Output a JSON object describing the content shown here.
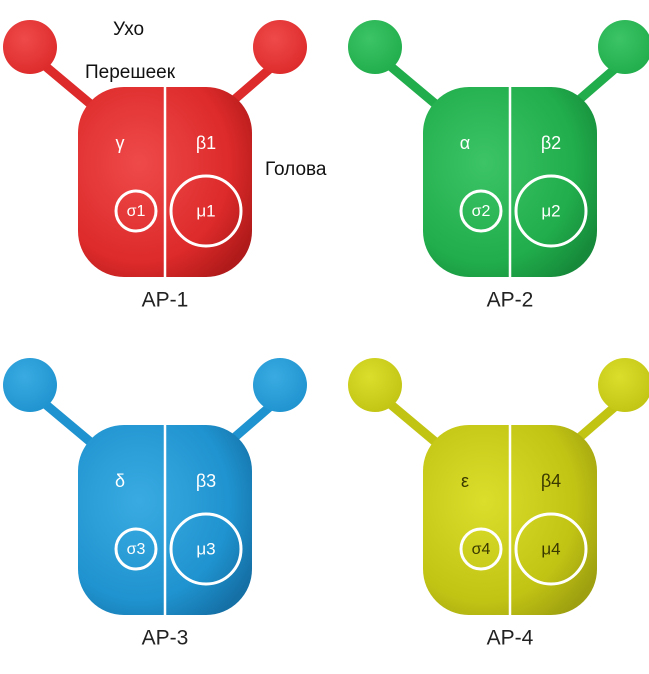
{
  "annotations": {
    "ear": "Ухо",
    "hinge": "Перешеек",
    "head": "Голова"
  },
  "complexes": [
    {
      "name": "AP-1",
      "color": "#dd2a2a",
      "dark": "#b01a1a",
      "light": "#ef4a4a",
      "text_color": "#ffffff",
      "large_left": "γ",
      "large_right": "β1",
      "small_left": "σ1",
      "medium_right": "μ1"
    },
    {
      "name": "AP-2",
      "color": "#21ad4c",
      "dark": "#168a3a",
      "light": "#3cc466",
      "text_color": "#ffffff",
      "large_left": "α",
      "large_right": "β2",
      "small_left": "σ2",
      "medium_right": "μ2"
    },
    {
      "name": "AP-3",
      "color": "#1f93cf",
      "dark": "#1570a6",
      "light": "#3aabe2",
      "text_color": "#ffffff",
      "large_left": "δ",
      "large_right": "β3",
      "small_left": "σ3",
      "medium_right": "μ3"
    },
    {
      "name": "AP-4",
      "color": "#c2c414",
      "dark": "#9ea010",
      "light": "#dcde2c",
      "text_color": "#3a3a00",
      "large_left": "ε",
      "large_right": "β4",
      "small_left": "σ4",
      "medium_right": "μ4"
    }
  ]
}
